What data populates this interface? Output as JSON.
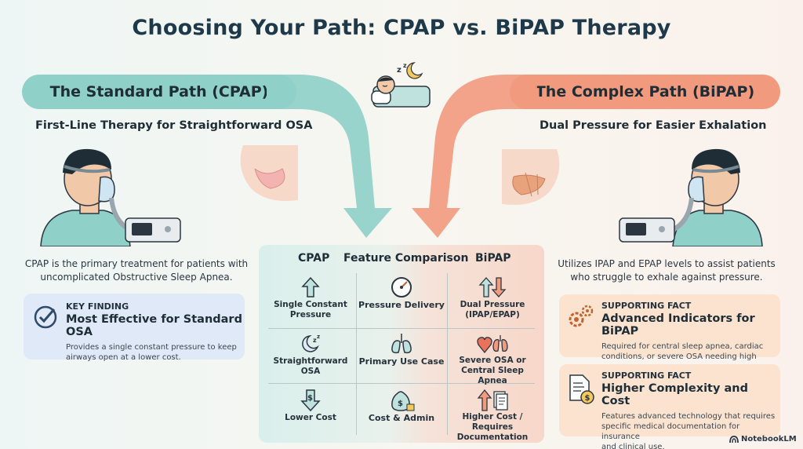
{
  "title": "Choosing Your Path: CPAP vs. BiPAP Therapy",
  "left": {
    "banner": "The Standard Path (CPAP)",
    "subhead": "First-Line Therapy for Straightforward OSA",
    "description_line1": "CPAP is the primary treatment for patients with",
    "description_line2": "uncomplicated Obstructive Sleep Apnea.",
    "card": {
      "kicker": "KEY FINDING",
      "title": "Most Effective for Standard OSA",
      "body_line1": "Provides a single constant pressure to keep",
      "body_line2": "airways open at a lower cost.",
      "icon": "checkmark-circle-icon"
    }
  },
  "right": {
    "banner": "The Complex Path (BiPAP)",
    "subhead": "Dual Pressure for Easier Exhalation",
    "description_line1": "Utilizes IPAP and EPAP levels to assist patients",
    "description_line2": "who struggle to exhale against pressure.",
    "card1": {
      "kicker": "SUPPORTING FACT",
      "title": "Advanced Indicators for BiPAP",
      "body_line1": "Required for central sleep apnea, cardiac",
      "body_line2": "conditions, or severe OSA needing high pressure.",
      "icon": "gears-icon"
    },
    "card2": {
      "kicker": "SUPPORTING FACT",
      "title": "Higher Complexity and Cost",
      "body_line1": "Features advanced technology that requires",
      "body_line2": "specific medical documentation for insurance",
      "body_line3": "and clinical use.",
      "icon": "document-dollar-icon"
    }
  },
  "comparison": {
    "col_left": "CPAP",
    "col_mid": "Feature Comparison",
    "col_right": "BiPAP",
    "rows": [
      {
        "cpap": [
          "Single Constant",
          "Pressure"
        ],
        "feature": [
          "Pressure Delivery"
        ],
        "bipap": [
          "Dual Pressure",
          "(IPAP/EPAP)"
        ]
      },
      {
        "cpap": [
          "Straightforward",
          "OSA"
        ],
        "feature": [
          "Primary Use Case"
        ],
        "bipap": [
          "Severe OSA or",
          "Central Sleep Apnea"
        ]
      },
      {
        "cpap": [
          "Lower Cost"
        ],
        "feature": [
          "Cost & Admin"
        ],
        "bipap": [
          "Higher Cost /",
          "Requires Documentation"
        ]
      }
    ]
  },
  "brand": "NotebookLM",
  "colors": {
    "teal": "#8fd0c8",
    "coral": "#f29a7d",
    "navy": "#1e3a4a"
  }
}
